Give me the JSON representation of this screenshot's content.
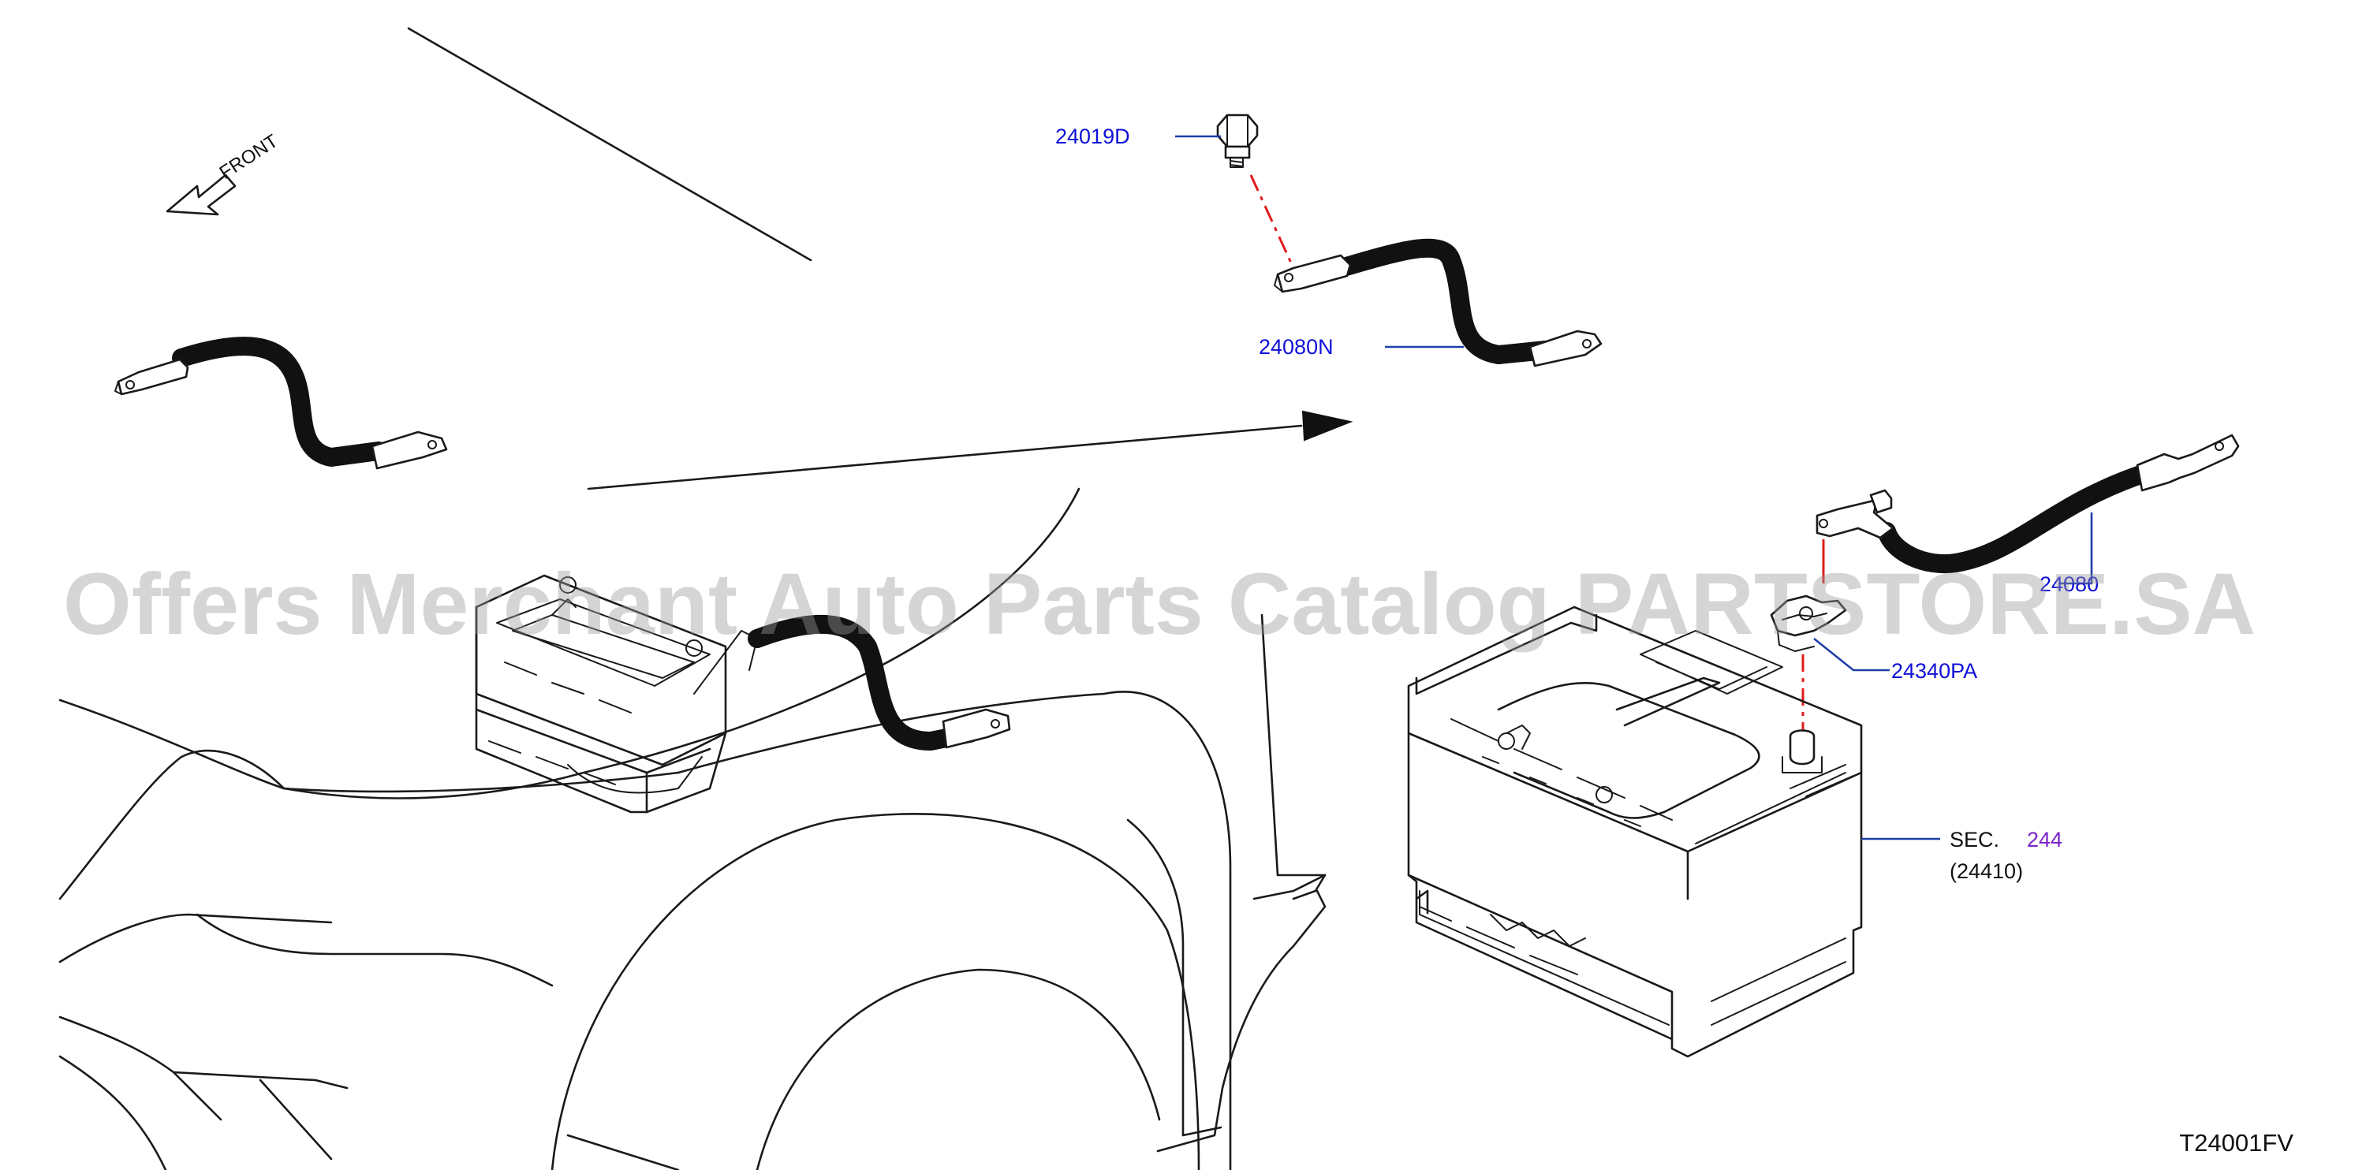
{
  "diagram": {
    "figure_code": "T24001FV",
    "direction_label": "FRONT",
    "watermark": "Offers Merchant Auto Parts Catalog PARTSTORE.SA",
    "part_labels": [
      {
        "id": "bolt",
        "text": "24019D"
      },
      {
        "id": "cable-upper",
        "text": "24080N"
      },
      {
        "id": "cable-right",
        "text": "24080"
      },
      {
        "id": "terminal",
        "text": "24340PA"
      }
    ],
    "section_ref": {
      "prefix": "SEC.",
      "number": "244",
      "part": "(24410)"
    },
    "colors": {
      "label_blue": "#1010d8",
      "leader_blue": "#1e3fa8",
      "section_purple": "#7a22c9",
      "centerline_red": "#e01b1b",
      "line_black": "#1a1a1a"
    }
  }
}
